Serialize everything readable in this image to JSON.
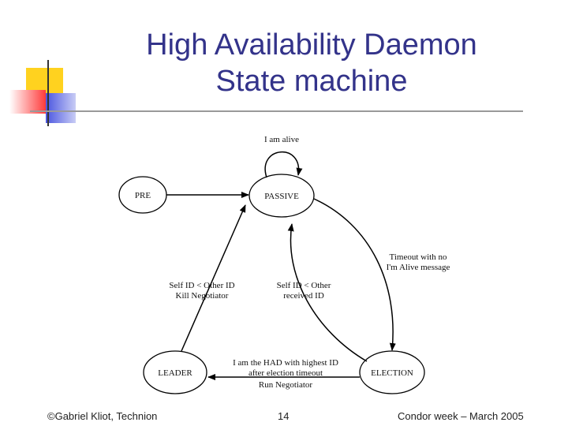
{
  "title": {
    "line1": "High Availability Daemon",
    "line2": "State machine"
  },
  "footer": {
    "left": "©Gabriel Kliot, Technion",
    "center": "14",
    "right": "Condor week – March 2005"
  },
  "diagram": {
    "states": {
      "pre": "PRE",
      "passive": "PASSIVE",
      "leader": "LEADER",
      "election": "ELECTION"
    },
    "transitions": {
      "self_loop": "I am alive",
      "timeout": [
        "Timeout with no",
        "I'm Alive message"
      ],
      "leader_to_passive": [
        "Self ID < Other ID",
        "Kill Negotiator"
      ],
      "election_to_passive": [
        "Self ID < Other",
        "received ID"
      ],
      "election_to_leader": [
        "I am the HAD with highest ID",
        "after election timeout",
        "Run Negotiator"
      ]
    }
  },
  "colors": {
    "title": "#33338a",
    "deco_yellow": "#ffd21f",
    "deco_red": "#ff3b3b",
    "deco_blue": "#4a55e0"
  }
}
